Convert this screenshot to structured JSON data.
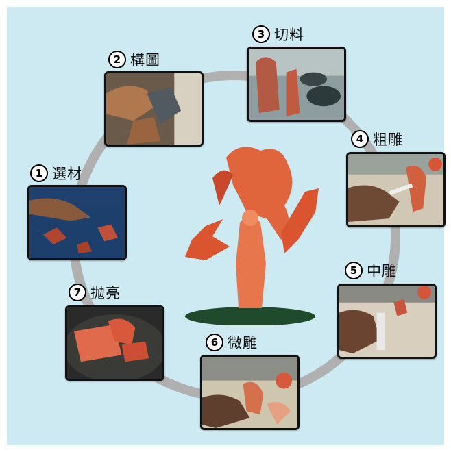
{
  "colors": {
    "background": "#cde9f2",
    "ring": "#b0b0b0",
    "coral": "#e05a3c",
    "frame": "#111111"
  },
  "steps": [
    {
      "number": "1",
      "label": "選材"
    },
    {
      "number": "2",
      "label": "構圖"
    },
    {
      "number": "3",
      "label": "切料"
    },
    {
      "number": "4",
      "label": "粗雕"
    },
    {
      "number": "5",
      "label": "中雕"
    },
    {
      "number": "6",
      "label": "微雕"
    },
    {
      "number": "7",
      "label": "抛亮"
    }
  ],
  "centerpiece": {
    "icon": "coral-carving-figure"
  }
}
